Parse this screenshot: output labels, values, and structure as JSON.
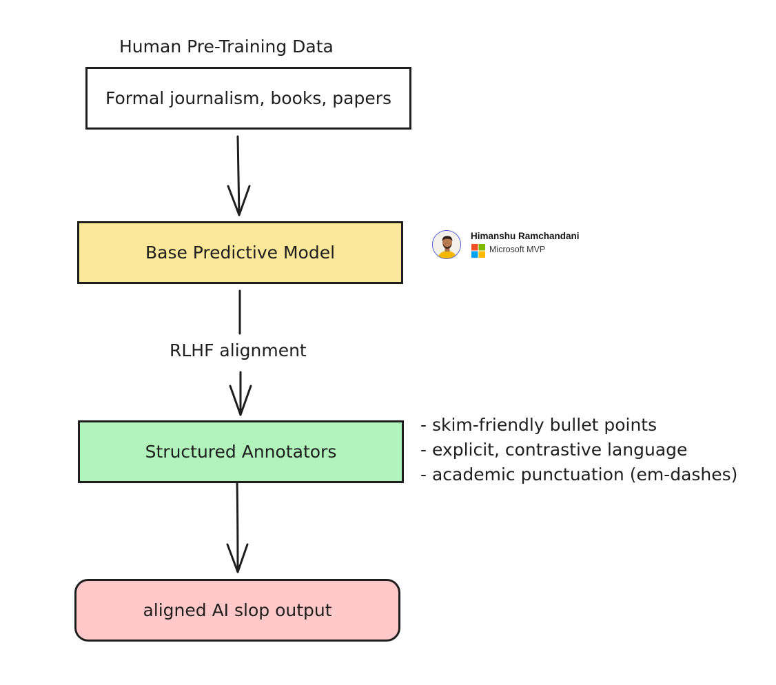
{
  "source_caption": "Human Pre-Training Data",
  "nodes": {
    "source": {
      "label": "Formal journalism, books, papers",
      "fill": "#ffffff"
    },
    "base_model": {
      "label": "Base Predictive Model",
      "fill": "#fbe89b"
    },
    "annotators": {
      "label": "Structured Annotators",
      "fill": "#b2f2bb"
    },
    "output": {
      "label": "aligned AI slop output",
      "fill": "#ffc9c9"
    }
  },
  "edges": {
    "alignment_label": "RLHF alignment"
  },
  "annotator_traits": [
    "- skim-friendly bullet points",
    "- explicit, contrastive language",
    "- academic punctuation (em-dashes)"
  ],
  "author_badge": {
    "name": "Himanshu Ramchandani",
    "role": "Microsoft MVP",
    "avatar_icon": "person-avatar-icon",
    "logo_icon": "microsoft-logo-icon"
  },
  "colors": {
    "stroke": "#1e1e1e",
    "avatar_ring": "#4a5bd4",
    "ms_red": "#f25022",
    "ms_green": "#7fba00",
    "ms_blue": "#00a4ef",
    "ms_yellow": "#ffb900"
  }
}
